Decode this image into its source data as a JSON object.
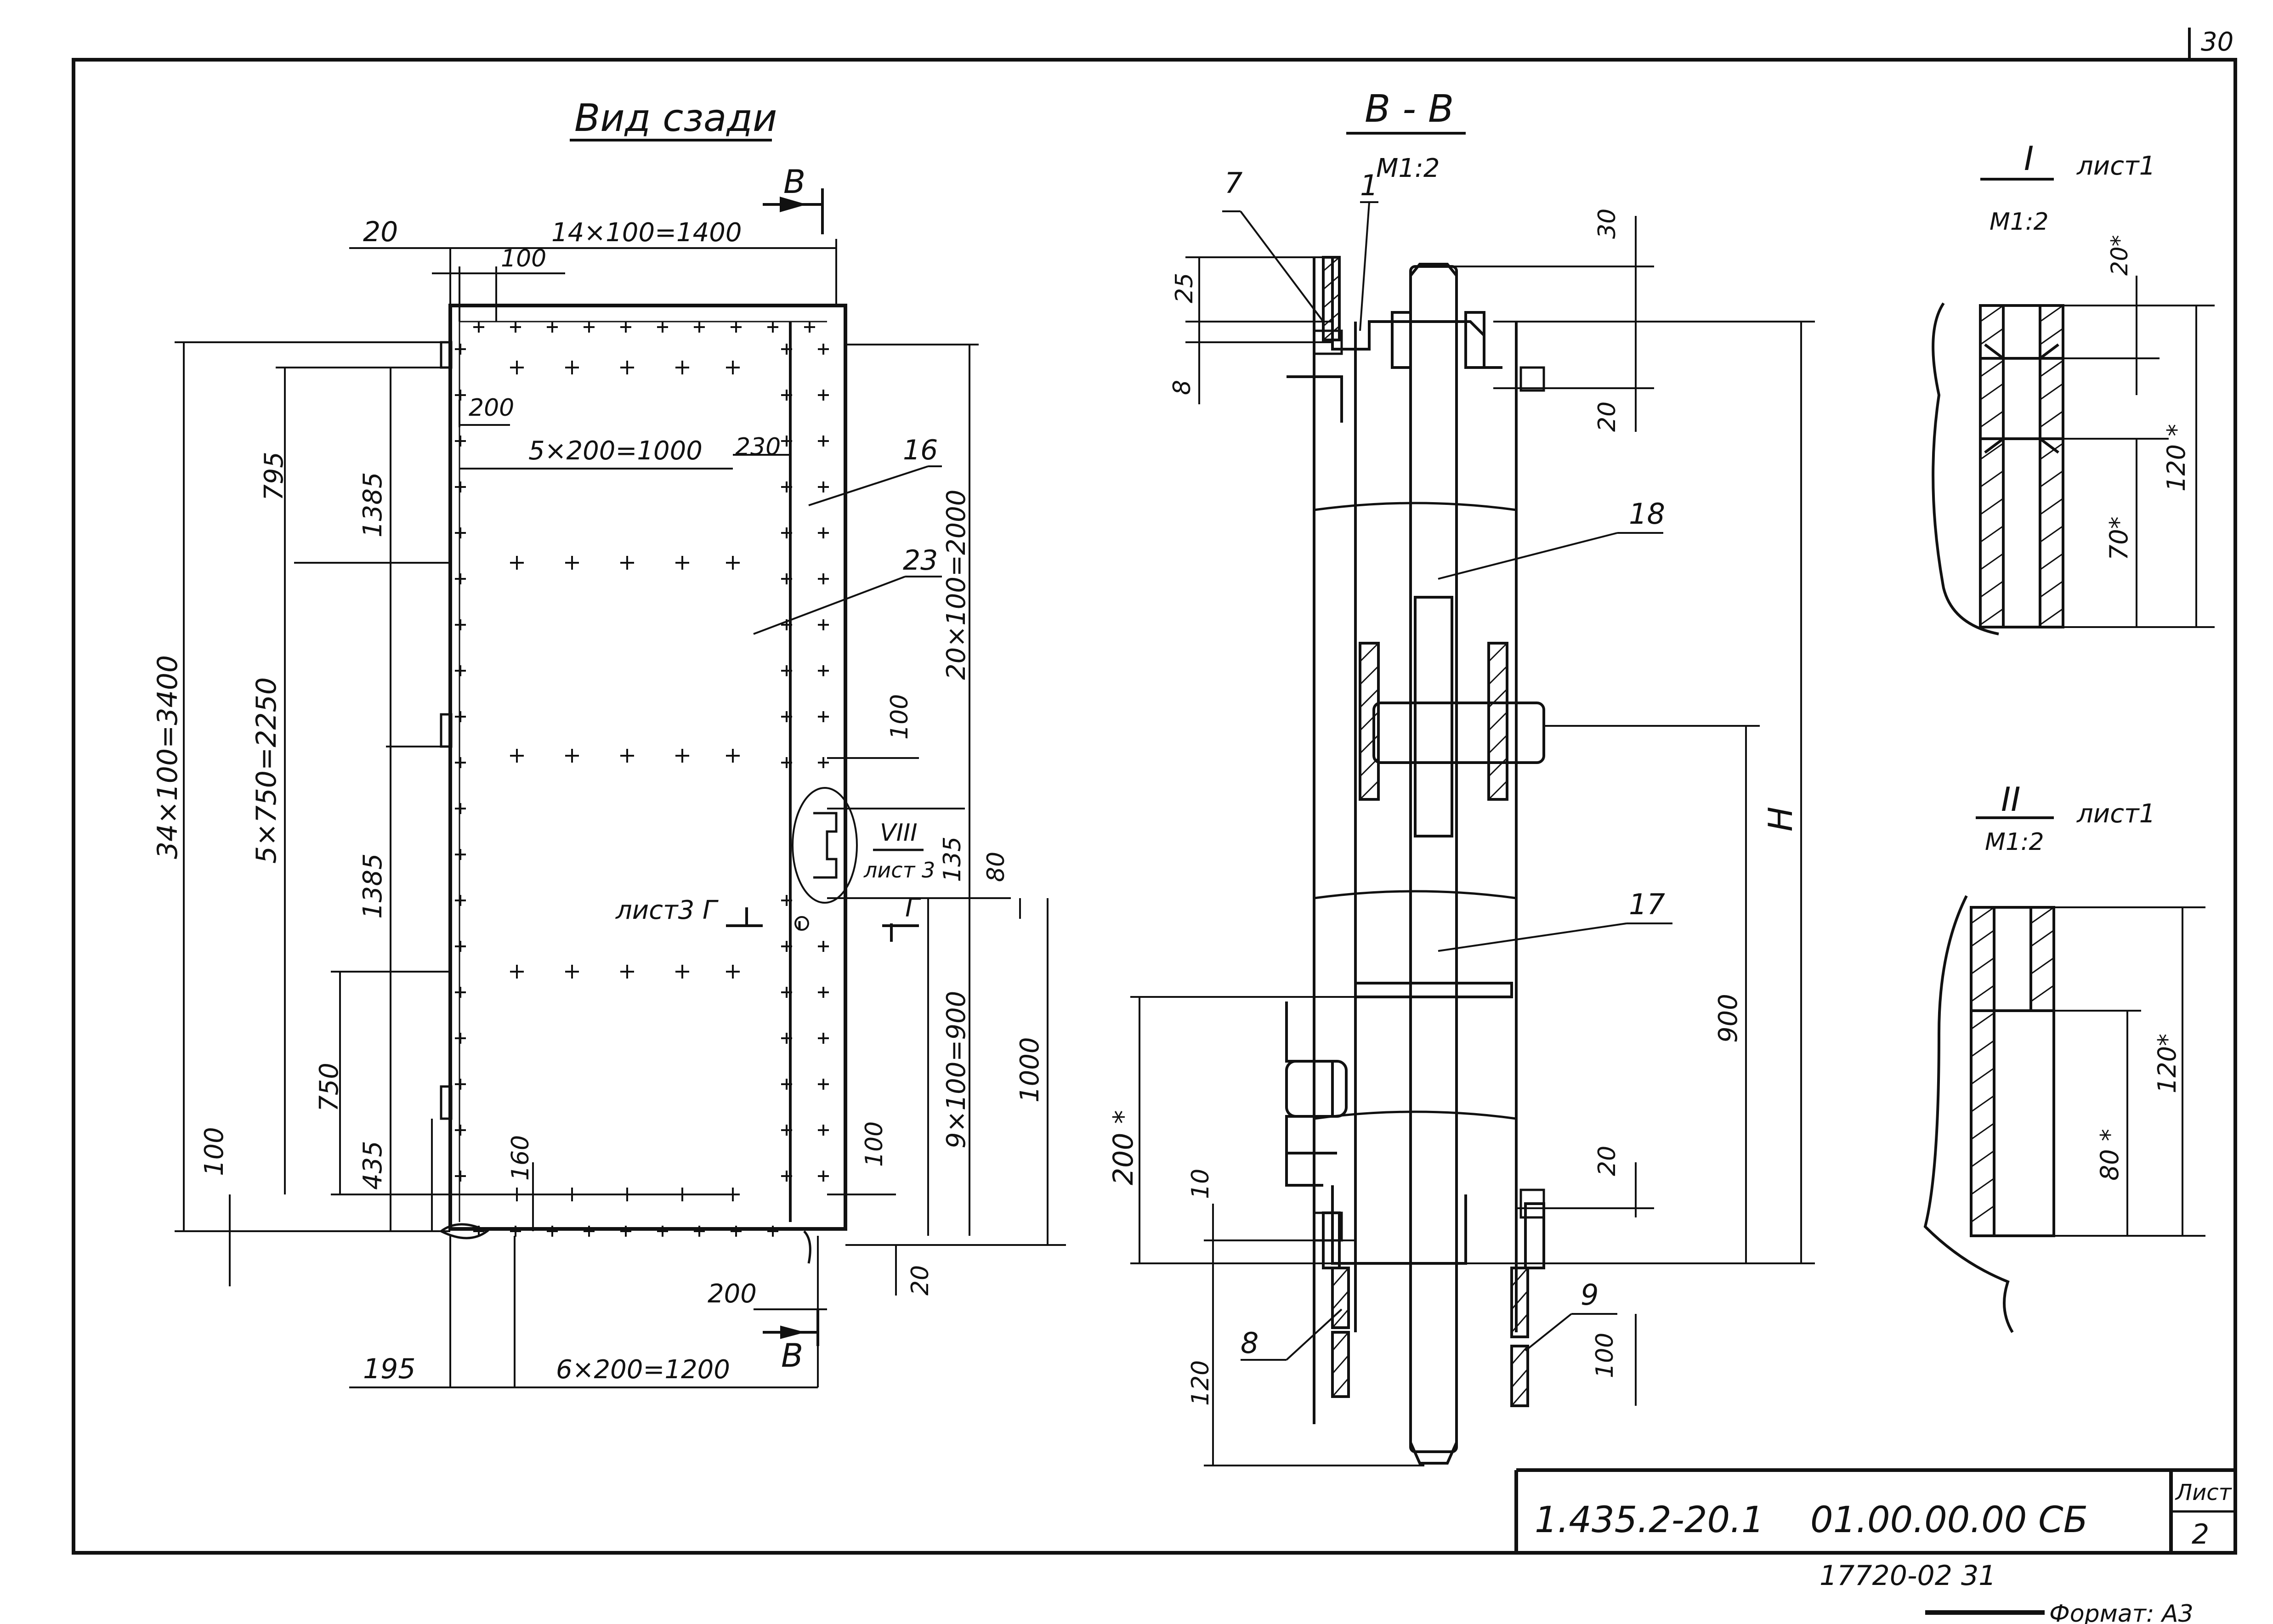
{
  "sheet": {
    "page_number": "30",
    "format_label": "Формат: А3"
  },
  "rear_view": {
    "title": "Вид сзади",
    "section_marker": "В",
    "dims": {
      "top_total": "14×100=1400",
      "top_left": "20",
      "top_step": "100",
      "inner_step": "200",
      "inner_span": "5×200=1000",
      "inner_right": "230",
      "left_total": "34×100=3400",
      "left_mid": "5×750=2250",
      "left_top": "795",
      "upper_block": "1385",
      "lower_block": "1385",
      "dim_750": "750",
      "dim_435": "435",
      "dim_100_left": "100",
      "dim_160": "160",
      "right_total": "20×100=2000",
      "right_100": "100",
      "right_135": "135",
      "right_80": "80",
      "right_900": "9×100=900",
      "right_1000": "1000",
      "right_100_low": "100",
      "right_20": "20",
      "bottom_200": "200",
      "bottom_195": "195",
      "bottom_span": "6×200=1200"
    },
    "callouts": {
      "c16": "16",
      "c23": "23",
      "detail_viii": "VIII",
      "detail_sheet": "лист 3",
      "section_g": "лист3 Г",
      "g_letter": "Г"
    }
  },
  "section_bb": {
    "title": "В - В",
    "scale": "М1:2",
    "callouts": {
      "c7": "7",
      "c1": "1",
      "c18": "18",
      "c17": "17",
      "c8": "8",
      "c9": "9"
    },
    "dims": {
      "d25": "25",
      "d8": "8",
      "d30": "30",
      "d20_top": "20",
      "dH": "H",
      "d900": "900",
      "d200": "200 *",
      "d10": "10",
      "d20_low": "20",
      "d120": "120",
      "d100": "100"
    }
  },
  "detail_i": {
    "numeral": "I",
    "sheet": "лист1",
    "scale": "М1:2",
    "dims": {
      "d20": "20*",
      "d120": "120 *",
      "d70": "70*"
    }
  },
  "detail_ii": {
    "numeral": "II",
    "sheet": "лист1",
    "scale": "М1:2",
    "dims": {
      "d80": "80 *",
      "d120": "120*"
    }
  },
  "title_block": {
    "doc_code": "1.435.2-20.1",
    "assembly_code": "01.00.00.00 СБ",
    "sheet_label": "Лист",
    "sheet_no": "2",
    "archive_no": "17720-02 31"
  }
}
